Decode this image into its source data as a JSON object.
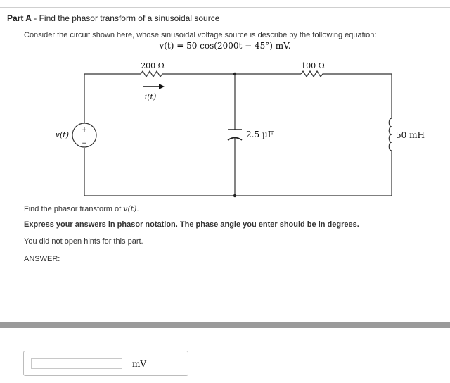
{
  "header": {
    "part_label": "Part A",
    "part_title": " - Find the phasor transform of a sinusoidal source"
  },
  "problem": {
    "intro": "Consider the circuit shown here, whose sinusoidal voltage source is describe by the following equation:",
    "equation": "v(t) = 50 cos(2000t − 45°) mV."
  },
  "circuit": {
    "resistor_1": "200 Ω",
    "resistor_2": "100 Ω",
    "current_label": "i(t)",
    "source_label": "v(t)",
    "source_plus": "+",
    "source_minus": "−",
    "capacitor": "2.5 µF",
    "inductor": "50 mH"
  },
  "question": {
    "prompt_text": "Find the phasor transform of ",
    "prompt_math": "v(t)",
    "prompt_end": ".",
    "instruction": "Express your answers in phasor notation. The phase angle you enter should be in degrees.",
    "hints_status": "You did not open hints for this part.",
    "answer_label": "ANSWER:"
  },
  "answer": {
    "value": "",
    "unit": "mV"
  },
  "colors": {
    "band": "#9a9a9a",
    "rule": "#cfcfcf",
    "wire": "#333333"
  }
}
